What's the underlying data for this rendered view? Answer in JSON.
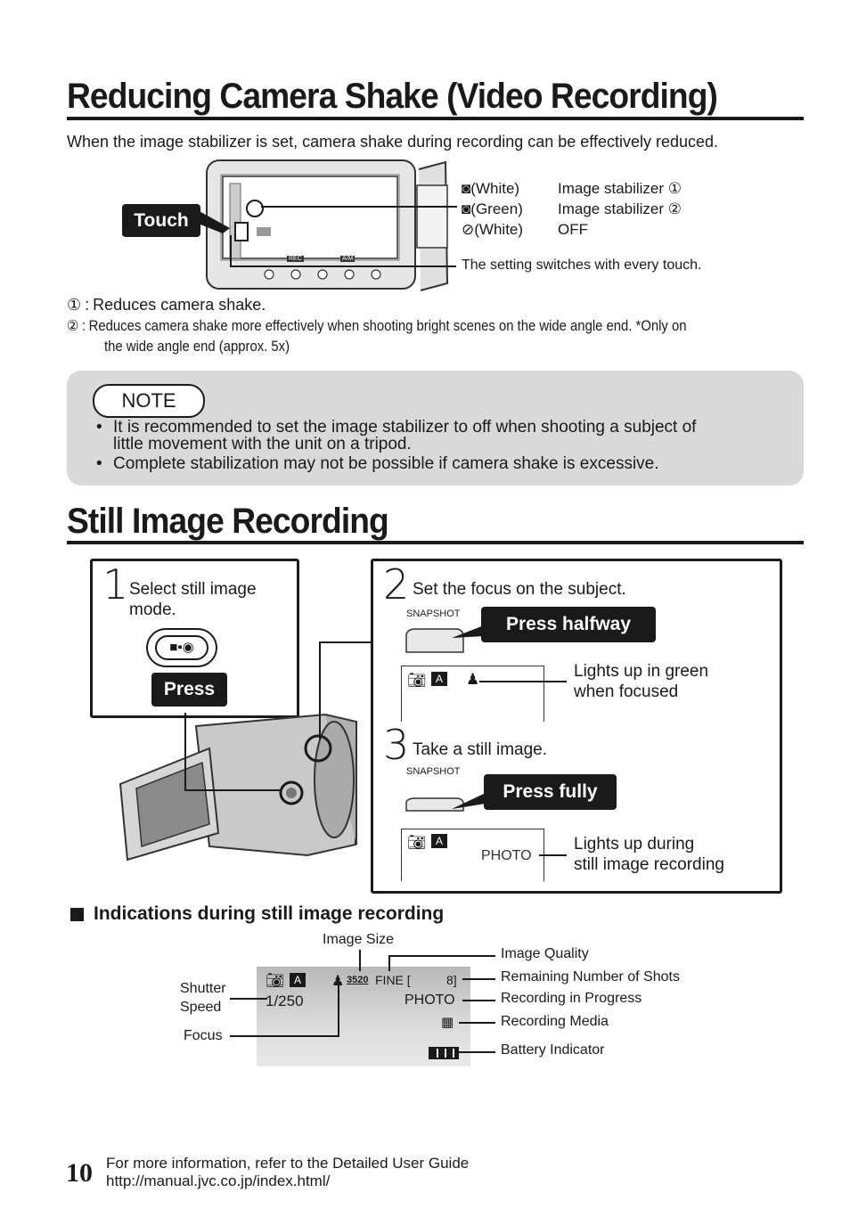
{
  "section1": {
    "title": "Reducing Camera Shake (Video Recording)",
    "intro": "When the image stabilizer is set, camera shake during recording can be effectively reduced.",
    "touch_label": "Touch",
    "lcd_rec": "REC",
    "lcd_am": "A/M",
    "modes": [
      {
        "color": "(White)",
        "desc": "Image stabilizer ①"
      },
      {
        "color": "(Green)",
        "desc": "Image stabilizer ②"
      },
      {
        "color": "(White)",
        "desc": "OFF"
      }
    ],
    "switch_note": "The setting switches with every touch.",
    "footnotes": [
      {
        "num": "①",
        "text": "Reduces camera shake."
      },
      {
        "num": "②",
        "text": "Reduces camera shake more effectively when shooting bright scenes on the wide angle end. *Only on",
        "text2": "the wide angle end (approx. 5x)"
      }
    ]
  },
  "note": {
    "label": "NOTE",
    "items": [
      {
        "line1": "It is recommended to set the image stabilizer to off when shooting a subject of",
        "line2": "little movement with the unit on a tripod."
      },
      {
        "line1": "Complete stabilization may not be possible if camera shake is excessive."
      }
    ]
  },
  "section2": {
    "title": "Still Image Recording",
    "step1": {
      "num": "1",
      "line1": "Select still image",
      "line2": "mode.",
      "button": "Press"
    },
    "step2": {
      "num": "2",
      "text": "Set the focus on the subject.",
      "snapshot": "SNAPSHOT",
      "button": "Press halfway",
      "lights1": "Lights up in green",
      "lights2": "when focused"
    },
    "step3": {
      "num": "3",
      "text": "Take a still image.",
      "snapshot": "SNAPSHOT",
      "button": "Press fully",
      "lcd_text": "PHOTO",
      "lights1": "Lights up during",
      "lights2": "still image recording"
    }
  },
  "indications": {
    "heading": "Indications during still image recording",
    "lcd": {
      "size": "3520",
      "quality": "FINE [",
      "shots": "8]",
      "shutter": "1/250",
      "photo": "PHOTO"
    },
    "labels": {
      "image_size": "Image Size",
      "image_quality": "Image Quality",
      "remaining": "Remaining Number of Shots",
      "recording": "Recording in Progress",
      "media": "Recording Media",
      "battery": "Battery Indicator",
      "shutter1": "Shutter",
      "shutter2": "Speed",
      "focus": "Focus"
    }
  },
  "footer": {
    "page": "10",
    "line1": "For more information, refer to the Detailed User Guide",
    "line2": "http://manual.jvc.co.jp/index.html/"
  }
}
